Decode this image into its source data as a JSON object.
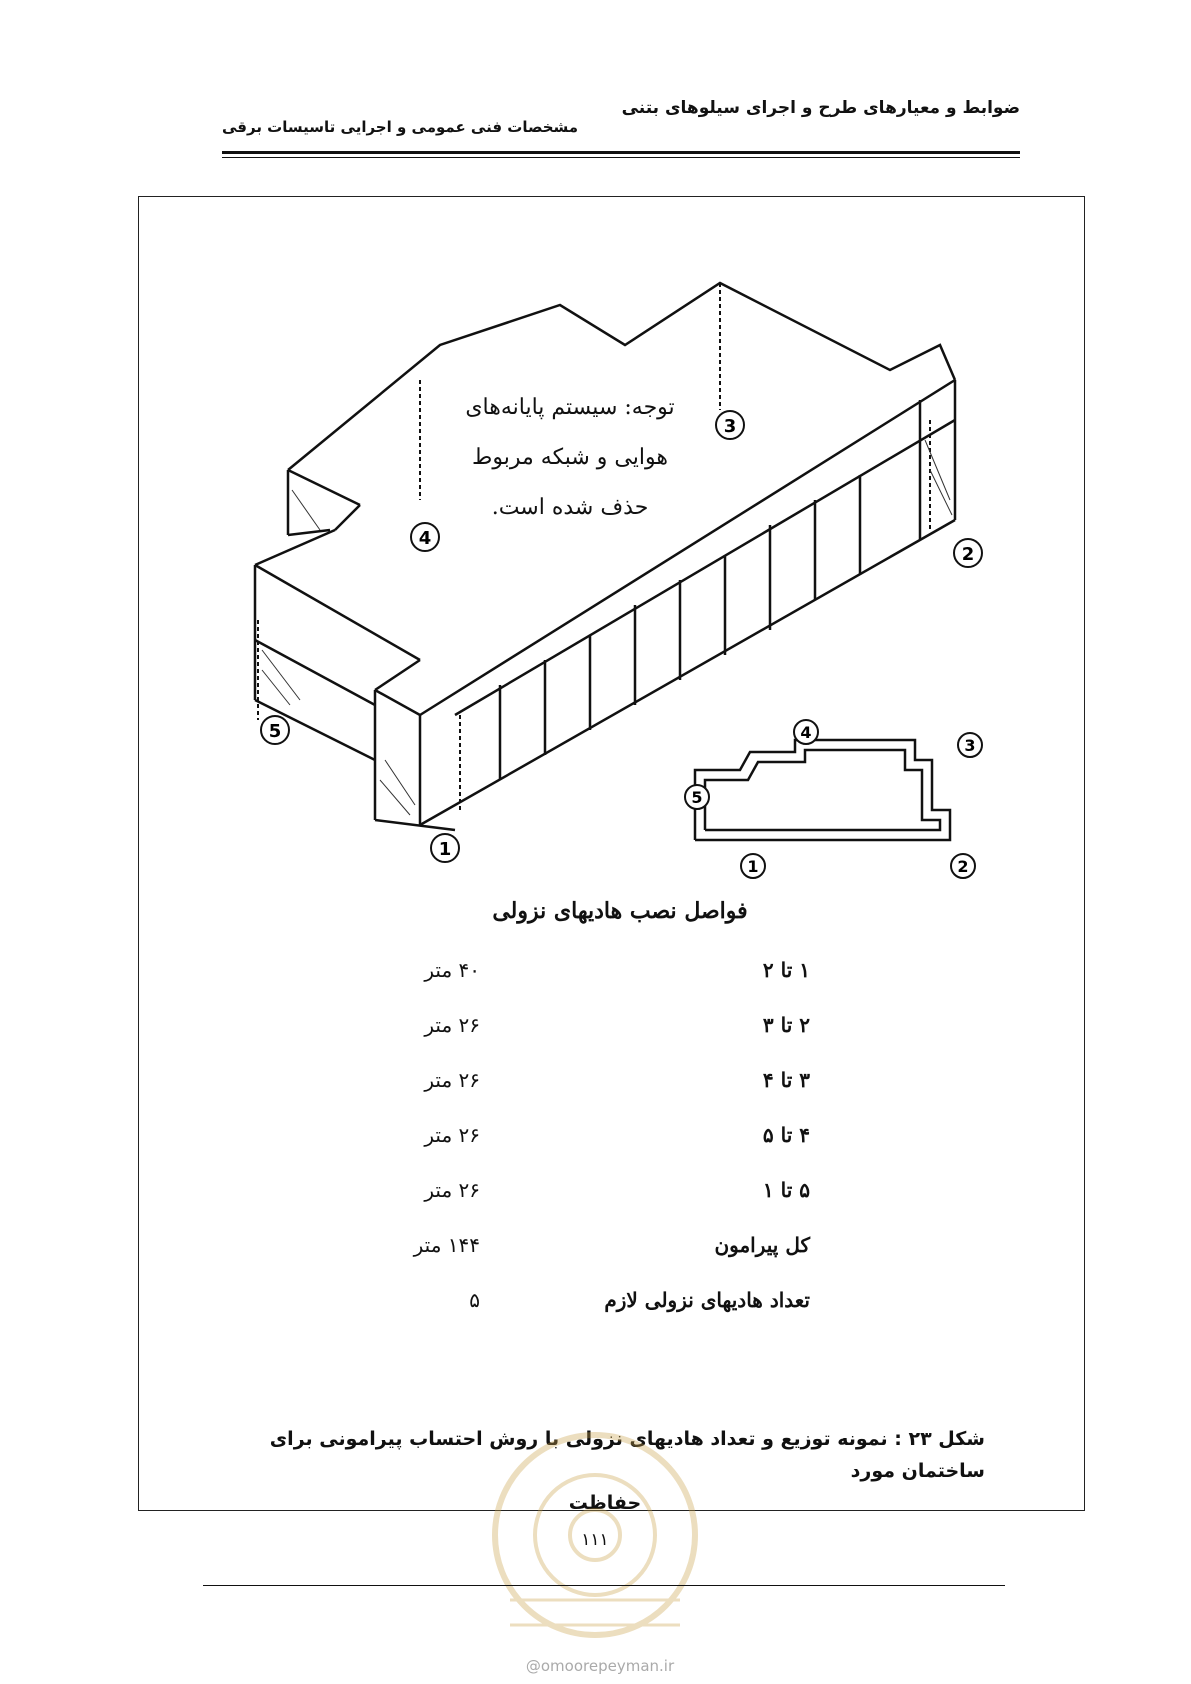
{
  "header": {
    "right_title": "ضوابط و معیارهای طرح و اجرای سیلوهای بتنی",
    "left_title": "مشخصات فنی عمومی و اجرایی تاسیسات برقی"
  },
  "figure": {
    "note": "توجه: سیستم پایانه‌های هوایی و شبکه مربوط حذف شده است.",
    "markers": [
      "1",
      "2",
      "3",
      "4",
      "5"
    ]
  },
  "table": {
    "title": "فواصل نصب هادیهای نزولی",
    "rows": [
      {
        "label": "۱ تا ۲",
        "value": "۴۰ متر"
      },
      {
        "label": "۲ تا ۳",
        "value": "۲۶ متر"
      },
      {
        "label": "۳ تا ۴",
        "value": "۲۶ متر"
      },
      {
        "label": "۴ تا ۵",
        "value": "۲۶ متر"
      },
      {
        "label": "۵ تا ۱",
        "value": "۲۶ متر"
      },
      {
        "label": "کل پیرامون",
        "value": "۱۴۴ متر"
      },
      {
        "label": "تعداد هادیهای نزولی لازم",
        "value": "۵"
      }
    ]
  },
  "caption": {
    "line1": "شکل ۲۳ : نمونه توزیع و تعداد هادیهای نزولی با روش احتساب پیرامونی برای ساختمان مورد",
    "line2": "حفاظت"
  },
  "page_number": "۱۱۱",
  "watermark": "@omoorepeyman.ir"
}
